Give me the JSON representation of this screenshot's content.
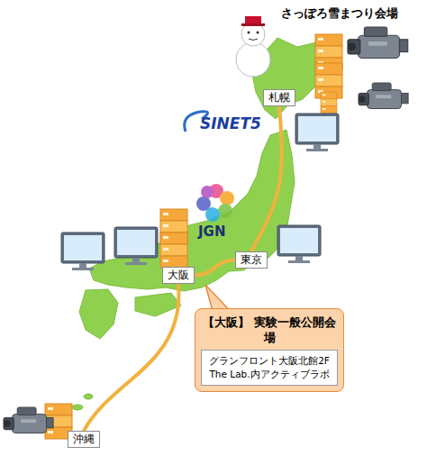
{
  "diagram": {
    "nodes": [
      {
        "text": [
          "札幌"
        ]
      },
      {
        "text": [
          "東京"
        ]
      },
      {
        "text": [
          "大阪"
        ]
      },
      {
        "text": [
          "【大阪】 実験一般公開会場"
        ]
      },
      {
        "text": [
          "グランフロント大阪北館2F The Lab.内アクティブラボ"
        ],
        "in": 3
      },
      {
        "text": [
          "沖縄"
        ]
      }
    ],
    "edges": [
      {
        "from": 0,
        "to": 1,
        "arrow": "none"
      },
      {
        "from": 1,
        "to": 2,
        "arrow": "none"
      },
      {
        "from": 2,
        "to": 5,
        "arrow": "none"
      }
    ],
    "labels": [
      "さっぽろ雪まつり会場",
      "SINET5",
      "JGN"
    ]
  }
}
